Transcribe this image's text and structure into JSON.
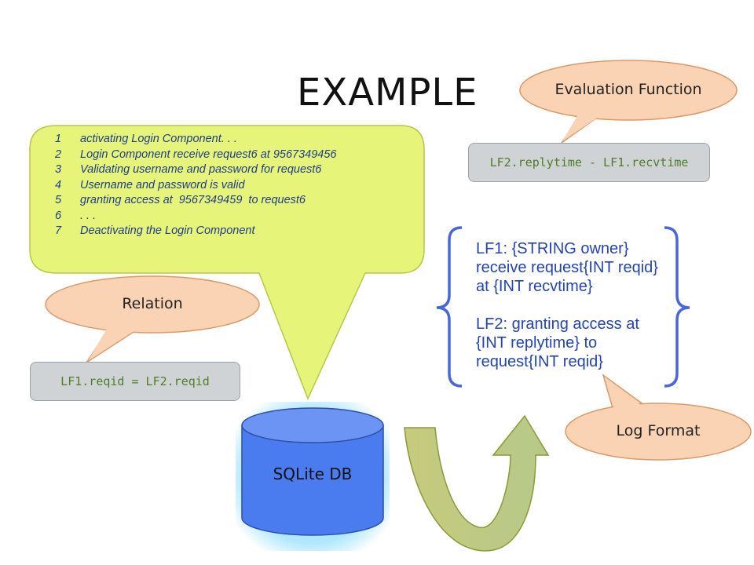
{
  "title": "EXAMPLE",
  "log_lines": [
    {
      "num": "1",
      "text": "activating Login Component. . ."
    },
    {
      "num": "2",
      "text": "Login Component receive request6 at 9567349456"
    },
    {
      "num": "3",
      "text": "Validating username and password for request6"
    },
    {
      "num": "4",
      "text": "Username and password is valid"
    },
    {
      "num": "5",
      "text": "granting access at  9567349459  to request6"
    },
    {
      "num": "6",
      "text": ". . ."
    },
    {
      "num": "7",
      "text": "Deactivating the Login Component"
    }
  ],
  "evaluation": {
    "label": "Evaluation Function",
    "expression": "LF2.replytime - LF1.recvtime"
  },
  "relation": {
    "label": "Relation",
    "expression": "LF1.reqid = LF2.reqid"
  },
  "log_format": {
    "label": "Log Format",
    "lf1": "LF1: {STRING owner} receive request{INT reqid} at {INT recvtime}",
    "lf2": "LF2: granting access at {INT replytime} to request{INT reqid}"
  },
  "database": {
    "label": "SQLite DB"
  },
  "colors": {
    "speech_bubble": "#e6f57a",
    "callout_bubble": "#f9d3b4",
    "code_text": "#4f7d28",
    "format_text": "#2444b0",
    "brace": "#4a67d6",
    "database": "#4a7cf0",
    "arrow": "#c3ca7e"
  }
}
